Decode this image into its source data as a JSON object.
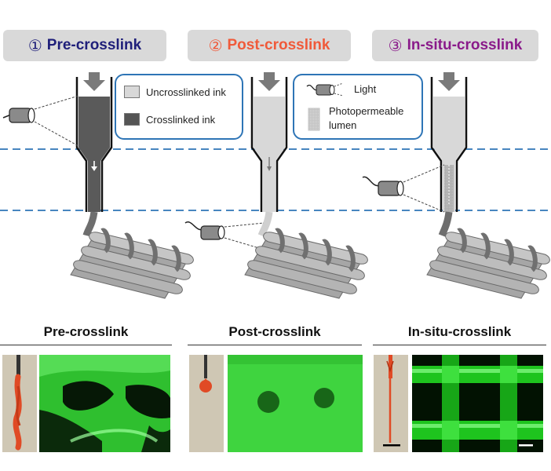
{
  "tabs": [
    {
      "num": "①",
      "label": "Pre-crosslink",
      "color": "#1f1f7a"
    },
    {
      "num": "②",
      "label": "Post-crosslink",
      "color": "#f05a3a"
    },
    {
      "num": "③",
      "label": "In-situ-crosslink",
      "color": "#8a1a8a"
    }
  ],
  "legend_ink": {
    "uncrosslinked": "Uncrosslinked ink",
    "crosslinked": "Crosslinked ink"
  },
  "legend_light": {
    "light": "Light",
    "lumen_line1": "Photopermeable",
    "lumen_line2": "lumen"
  },
  "bottom_titles": [
    "Pre-crosslink",
    "Post-crosslink",
    "In-situ-crosslink"
  ],
  "colors": {
    "accent_blue": "#2e75b6",
    "ink_dark": "#555555",
    "ink_light": "#d8d8d8",
    "fluorescent_green": "#1fd11f",
    "ink_red": "#e04a25"
  }
}
